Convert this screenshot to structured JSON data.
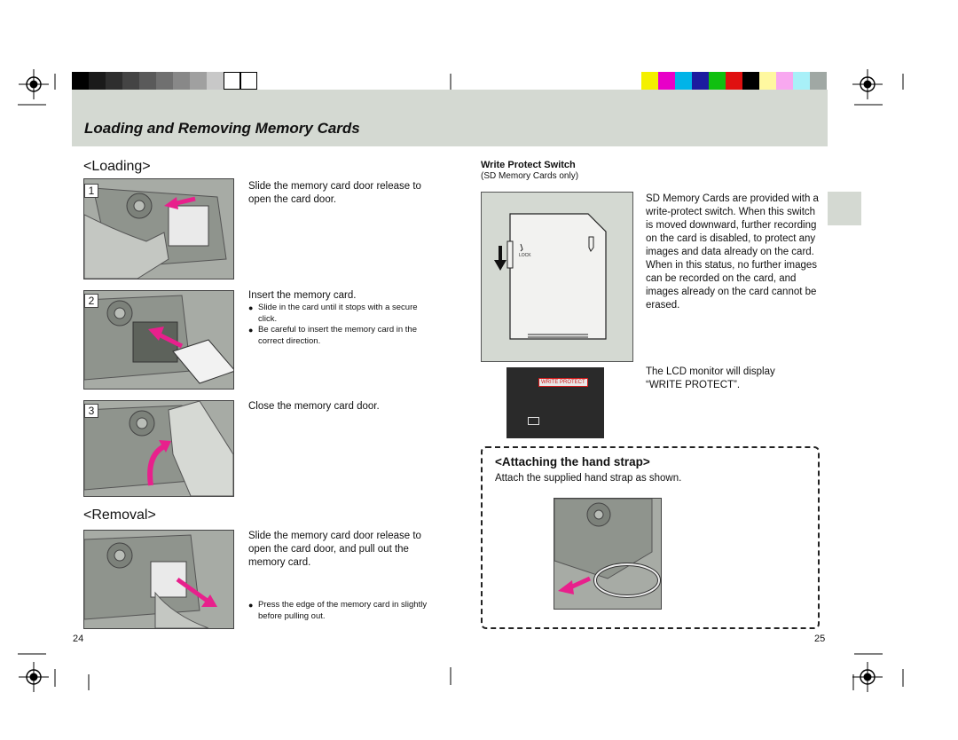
{
  "header": {
    "title": "Loading and Removing Memory Cards"
  },
  "loading": {
    "heading": "<Loading>",
    "steps": [
      {
        "num": "1",
        "text": "Slide the memory card door release to open the card door."
      },
      {
        "num": "2",
        "text": "Insert the memory card.",
        "bullets": [
          "Slide in the card until it stops with a secure click.",
          "Be careful to insert the memory card in the correct direction."
        ]
      },
      {
        "num": "3",
        "text": "Close the memory card door."
      }
    ]
  },
  "removal": {
    "heading": "<Removal>",
    "text": "Slide the memory card door release to open the card door, and pull out the memory card.",
    "bullet": "Press the edge of the memory card in slightly before pulling out."
  },
  "write_protect": {
    "heading": "Write Protect Switch",
    "subheading": "(SD Memory Cards only)",
    "card_label": "LOCK",
    "description": "SD Memory Cards are provided with a write-protect switch. When this switch is moved downward, further recording on the card is disabled, to protect any images and data already on the card. When in this status, no further images can be recorded on the card, and images already on the card cannot be erased.",
    "lcd_badge": "WRITE PROTECT",
    "lcd_text": "The LCD monitor will display “WRITE PROTECT”."
  },
  "hand_strap": {
    "heading": "<Attaching the hand strap>",
    "text": "Attach the supplied hand strap as shown."
  },
  "page_numbers": {
    "left": "24",
    "right": "25"
  },
  "colors": {
    "header_band": "#d4d9d2",
    "arrow_magenta": "#e8208c",
    "color_bar": [
      "#f4f000",
      "#e800c8",
      "#00b4e8",
      "#1c1ca0",
      "#10c010",
      "#e01010",
      "#000000",
      "#fff8a0",
      "#f8a8f0",
      "#a8f0f8",
      "#a0a8a4"
    ],
    "gray_bar": [
      "#000000",
      "#1a1a1a",
      "#2e2e2e",
      "#444444",
      "#5a5a5a",
      "#707070",
      "#888888",
      "#a0a0a0",
      "#c8c8c8",
      "#ffffff"
    ]
  }
}
